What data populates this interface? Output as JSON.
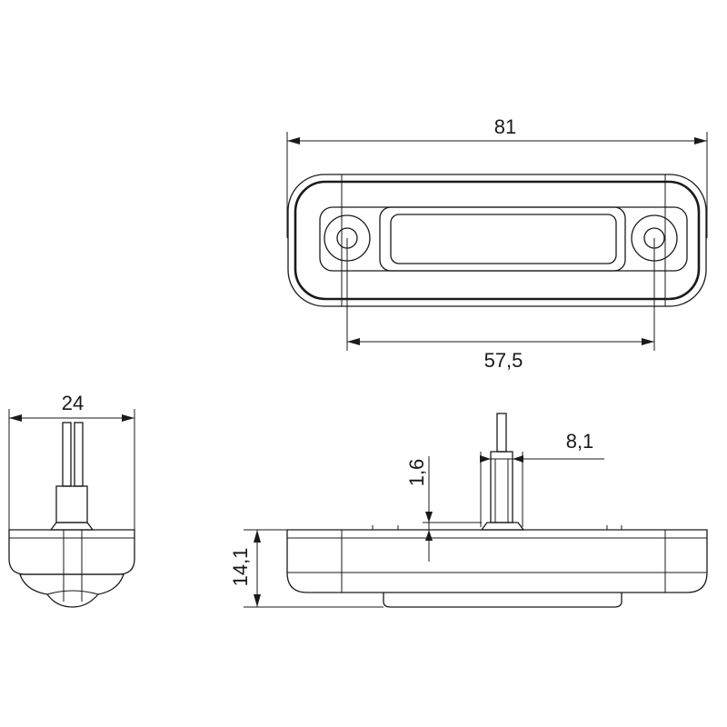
{
  "dimensions": {
    "top_length": "81",
    "hole_spacing": "57,5",
    "side_width": "24",
    "thickness": "14,1",
    "base_step": "1,6",
    "cable_width": "8,1"
  }
}
